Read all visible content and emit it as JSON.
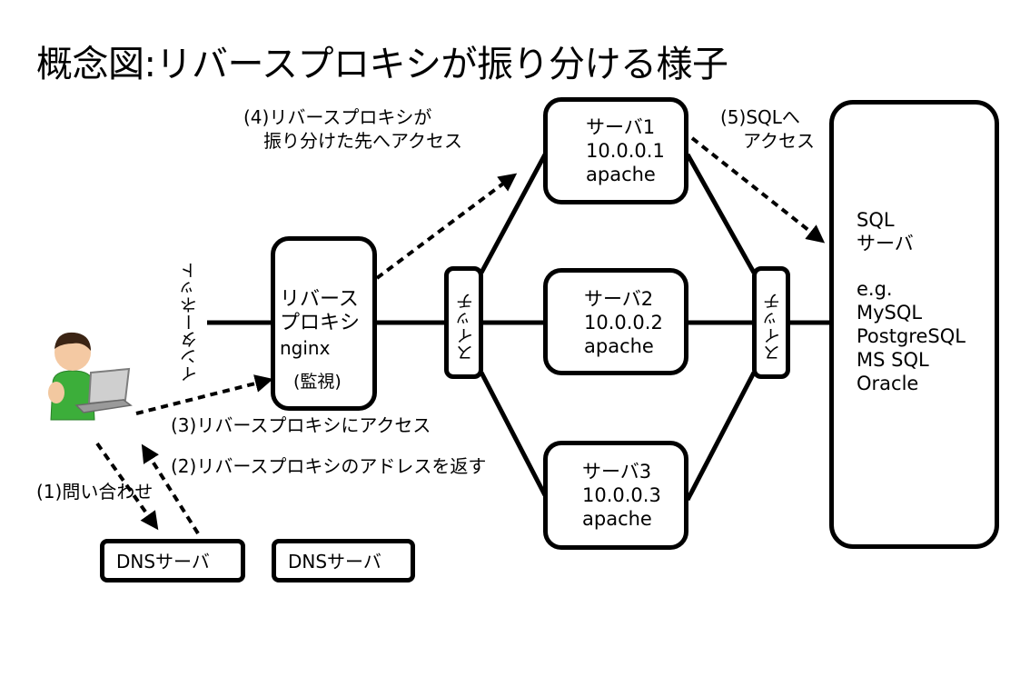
{
  "title": "概念図:リバースプロキシが振り分ける様子",
  "internet_label": "インターネット",
  "proxy": {
    "line1": "リバース",
    "line2": "プロキシ",
    "line3": "nginx",
    "line4": "(監視)"
  },
  "switch_label": "スイッチ",
  "servers": [
    {
      "name": "サーバ1",
      "ip": "10.0.0.1",
      "software": "apache"
    },
    {
      "name": "サーバ2",
      "ip": "10.0.0.2",
      "software": "apache"
    },
    {
      "name": "サーバ3",
      "ip": "10.0.0.3",
      "software": "apache"
    }
  ],
  "sql_server": {
    "line1": "SQL",
    "line2": "サーバ",
    "eg": "e.g.",
    "examples": [
      "MySQL",
      "PostgreSQL",
      "MS SQL",
      "Oracle"
    ]
  },
  "dns1": "DNSサーバ",
  "dns2": "DNSサーバ",
  "steps": {
    "s1": "(1)問い合わせ",
    "s2": "(2)リバースプロキシのアドレスを返す",
    "s3": "(3)リバースプロキシにアクセス",
    "s4_line1": "(4)リバースプロキシが",
    "s4_line2": "振り分けた先へアクセス",
    "s5_line1": "(5)SQLへ",
    "s5_line2": "アクセス"
  }
}
